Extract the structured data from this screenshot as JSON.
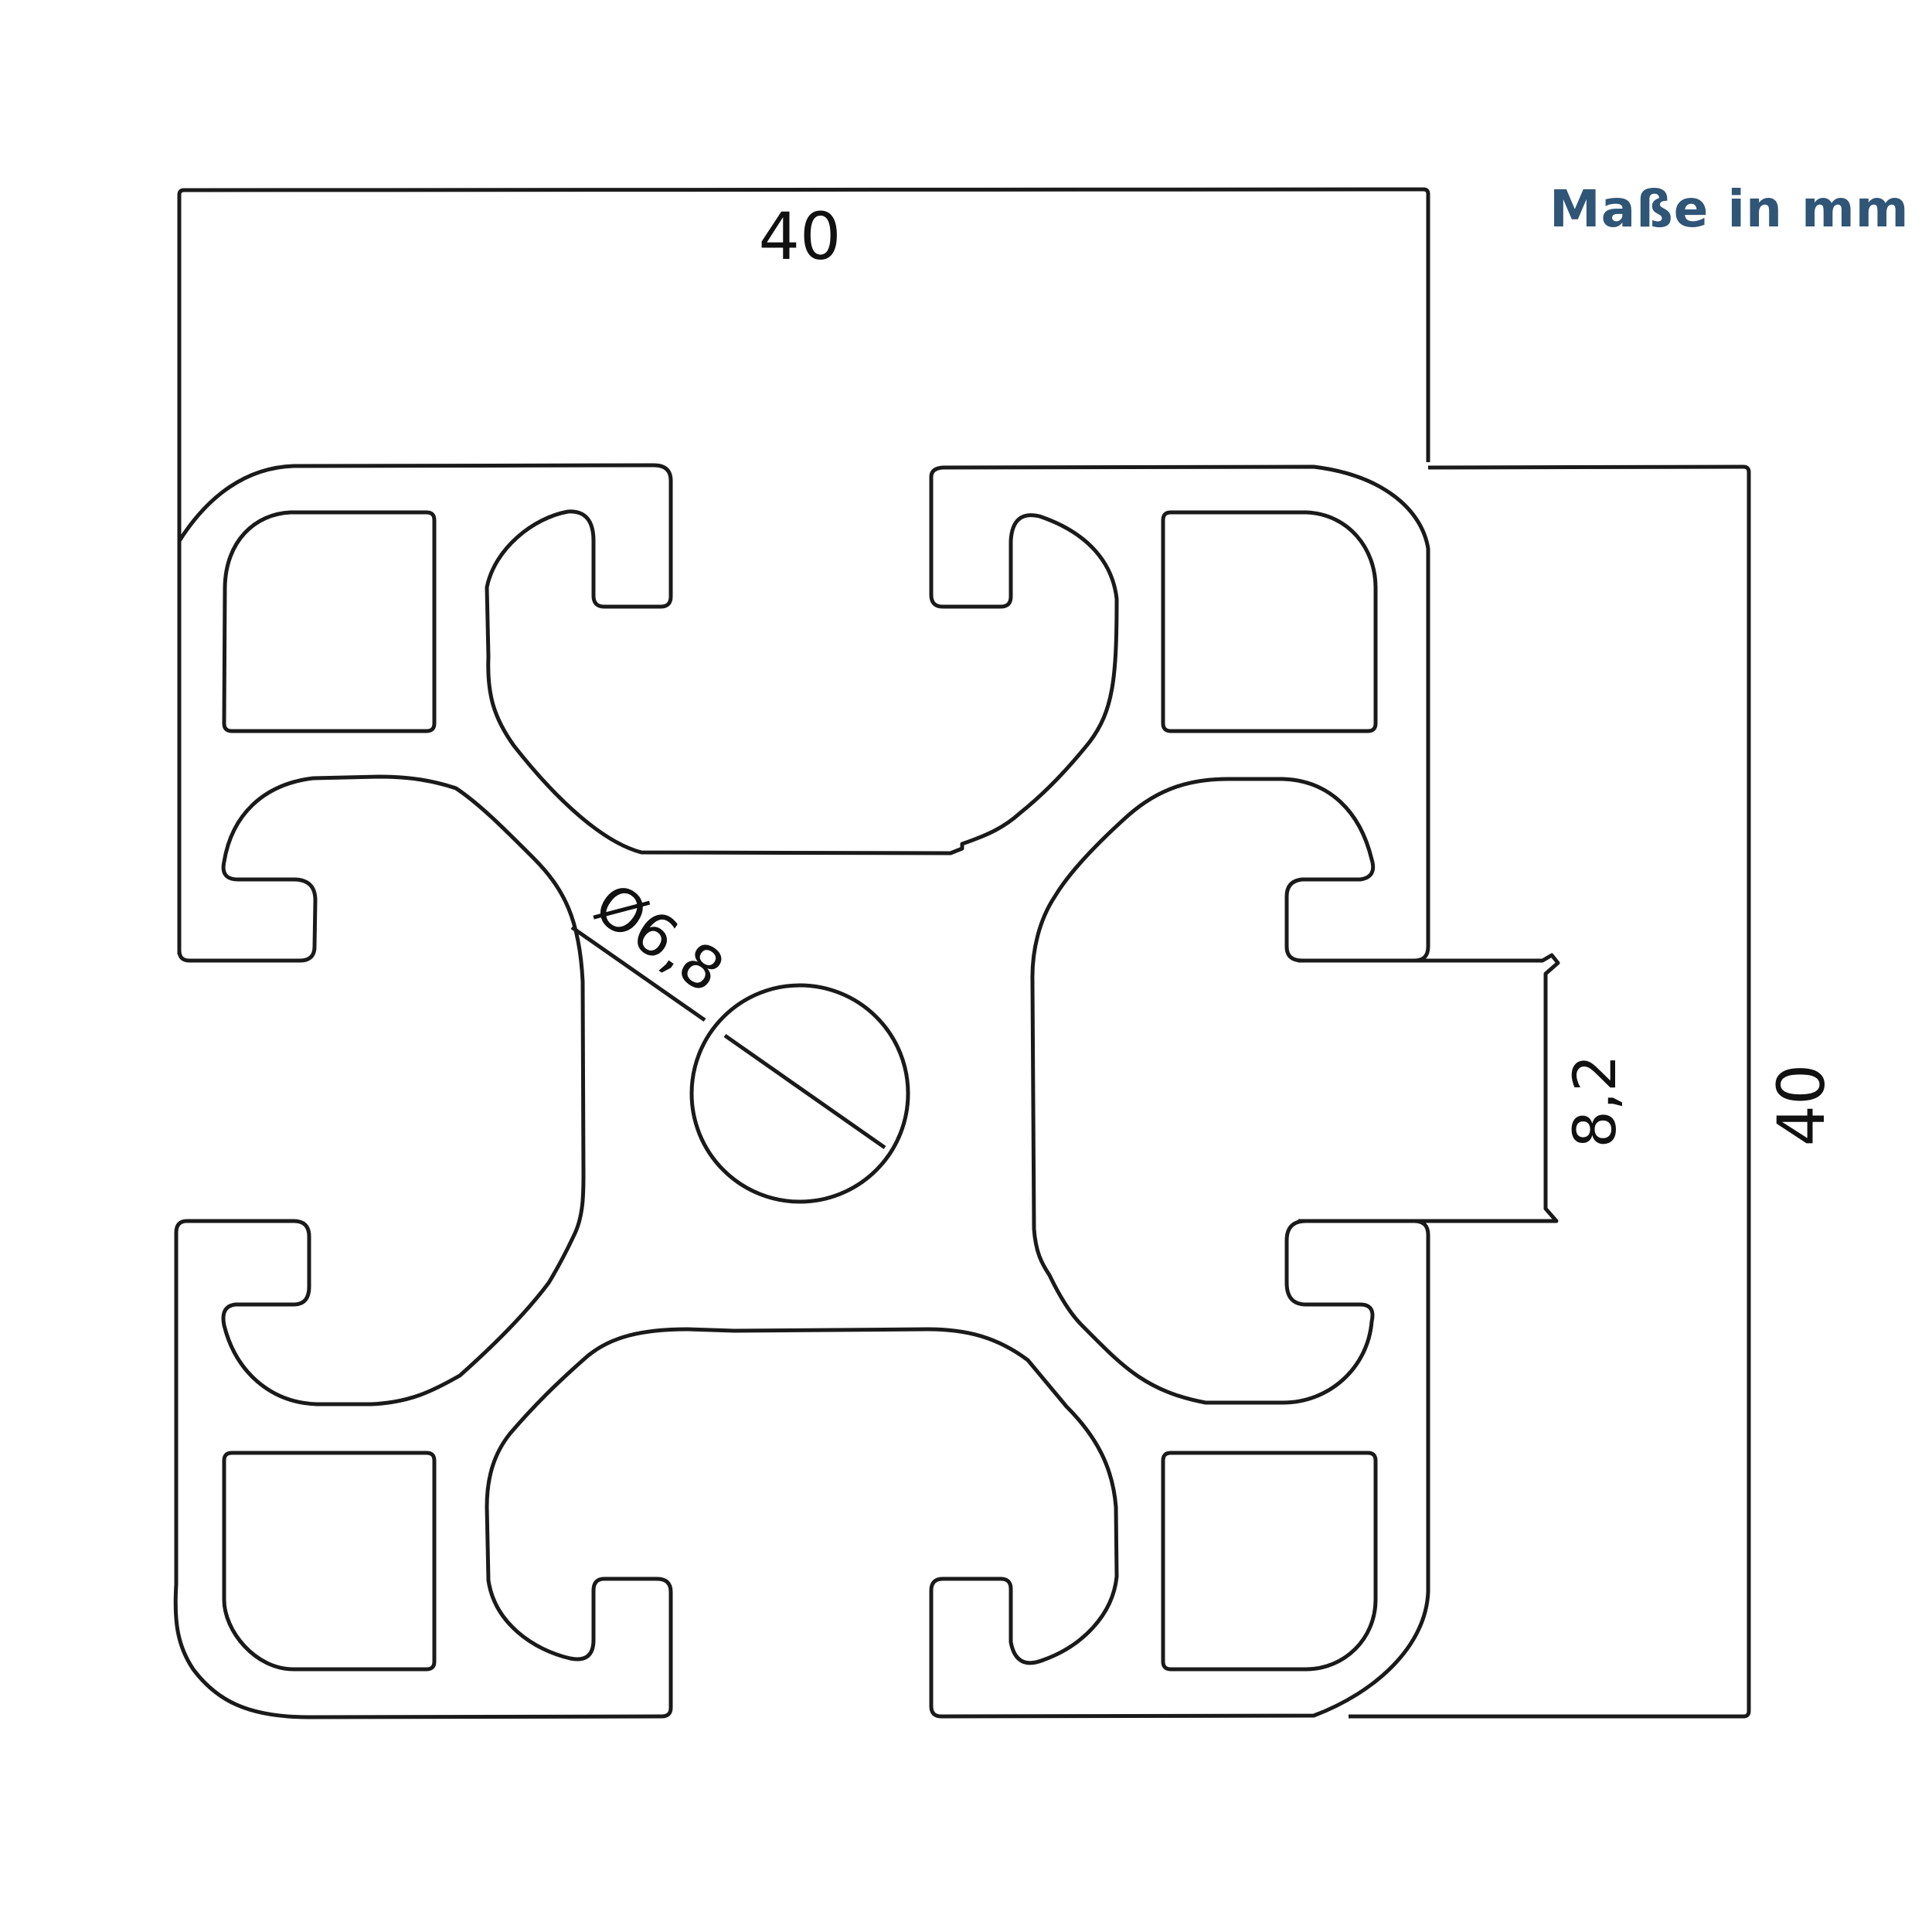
{
  "note": {
    "text": "Maße in mm"
  },
  "dimensions": {
    "width": "40",
    "height": "40",
    "slot_width": "8,2",
    "bore_diameter": "Ø6,8"
  },
  "colors": {
    "note": "#2f5577",
    "line": "#1a1a1a",
    "background": "#ffffff"
  }
}
